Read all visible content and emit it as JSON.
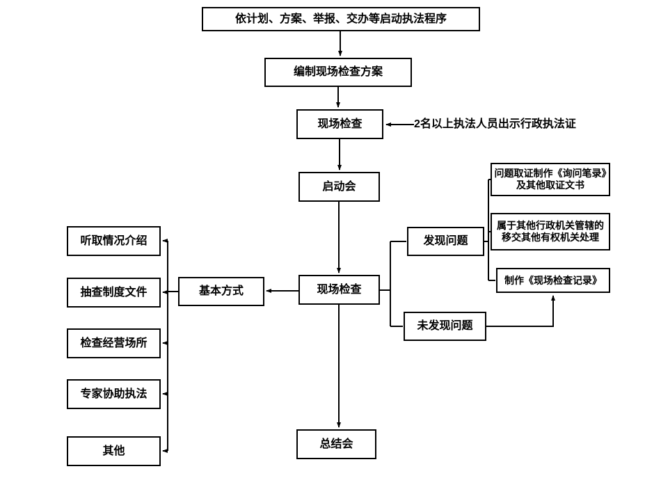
{
  "diagram": {
    "type": "flowchart",
    "background_color": "#ffffff",
    "line_color": "#000000",
    "box_border_color": "#000000",
    "text_color": "#000000",
    "nodes": {
      "start": {
        "label": "依计划、方案、举报、交办等启动执法程序"
      },
      "plan": {
        "label": "编制现场检查方案"
      },
      "inspect1": {
        "label": "现场检查"
      },
      "officers": {
        "label": "2名以上执法人员出示行政执法证"
      },
      "kickoff": {
        "label": "启动会"
      },
      "inspect2": {
        "label": "现场检查"
      },
      "basic": {
        "label": "基本方式"
      },
      "listen": {
        "label": "听取情况介绍"
      },
      "files": {
        "label": "抽查制度文件"
      },
      "premises": {
        "label": "检查经营场所"
      },
      "expert": {
        "label": "专家协助执法"
      },
      "other": {
        "label": "其他"
      },
      "found": {
        "label": "发现问题"
      },
      "notfound": {
        "label": "未发现问题"
      },
      "evidence": {
        "label": "问题取证制作《询问笔录》及其他取证文书"
      },
      "transfer": {
        "label": "属于其他行政机关管辖的移交其他有权机关处理"
      },
      "record": {
        "label": "制作《现场检查记录》"
      },
      "summary": {
        "label": "总结会"
      }
    },
    "edges": [
      {
        "from": "start",
        "to": "plan"
      },
      {
        "from": "plan",
        "to": "inspect1"
      },
      {
        "from": "officers",
        "to": "inspect1"
      },
      {
        "from": "inspect1",
        "to": "kickoff"
      },
      {
        "from": "kickoff",
        "to": "inspect2"
      },
      {
        "from": "inspect2",
        "to": "basic"
      },
      {
        "from": "basic",
        "to": "listen"
      },
      {
        "from": "basic",
        "to": "files"
      },
      {
        "from": "basic",
        "to": "premises"
      },
      {
        "from": "basic",
        "to": "expert"
      },
      {
        "from": "basic",
        "to": "other"
      },
      {
        "from": "inspect2",
        "to": "found"
      },
      {
        "from": "inspect2",
        "to": "notfound"
      },
      {
        "from": "found",
        "to": "evidence"
      },
      {
        "from": "found",
        "to": "transfer"
      },
      {
        "from": "found",
        "to": "record"
      },
      {
        "from": "notfound",
        "to": "record"
      },
      {
        "from": "inspect2",
        "to": "summary"
      }
    ]
  }
}
